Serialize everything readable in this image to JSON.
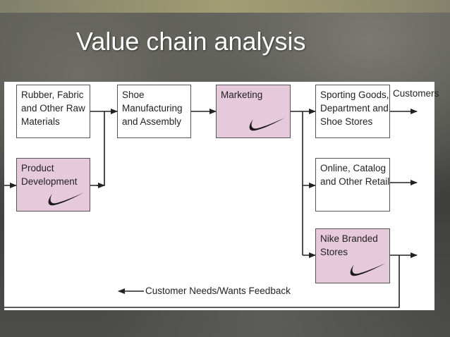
{
  "slide": {
    "title": "Value chain analysis"
  },
  "boxes": {
    "raw_materials": [
      "Rubber, Fabric",
      "and Other Raw",
      "Materials"
    ],
    "product_development": [
      "Product",
      "Development"
    ],
    "manufacturing": [
      "Shoe",
      "Manufacturing",
      "and Assembly"
    ],
    "marketing": [
      "Marketing"
    ],
    "sporting_goods": [
      "Sporting Goods,",
      "Department and",
      "Shoe Stores"
    ],
    "online_catalog": [
      "Online, Catalog",
      "and Other Retail"
    ],
    "nike_stores": [
      "Nike Branded",
      "Stores"
    ]
  },
  "labels": {
    "customers": "Customers",
    "feedback": "Customer Needs/Wants Feedback"
  },
  "icons": {
    "logo": "nike-swoosh-icon"
  },
  "colors": {
    "highlight_box": "#e6c9da",
    "swoosh": "#1a1a1a"
  }
}
